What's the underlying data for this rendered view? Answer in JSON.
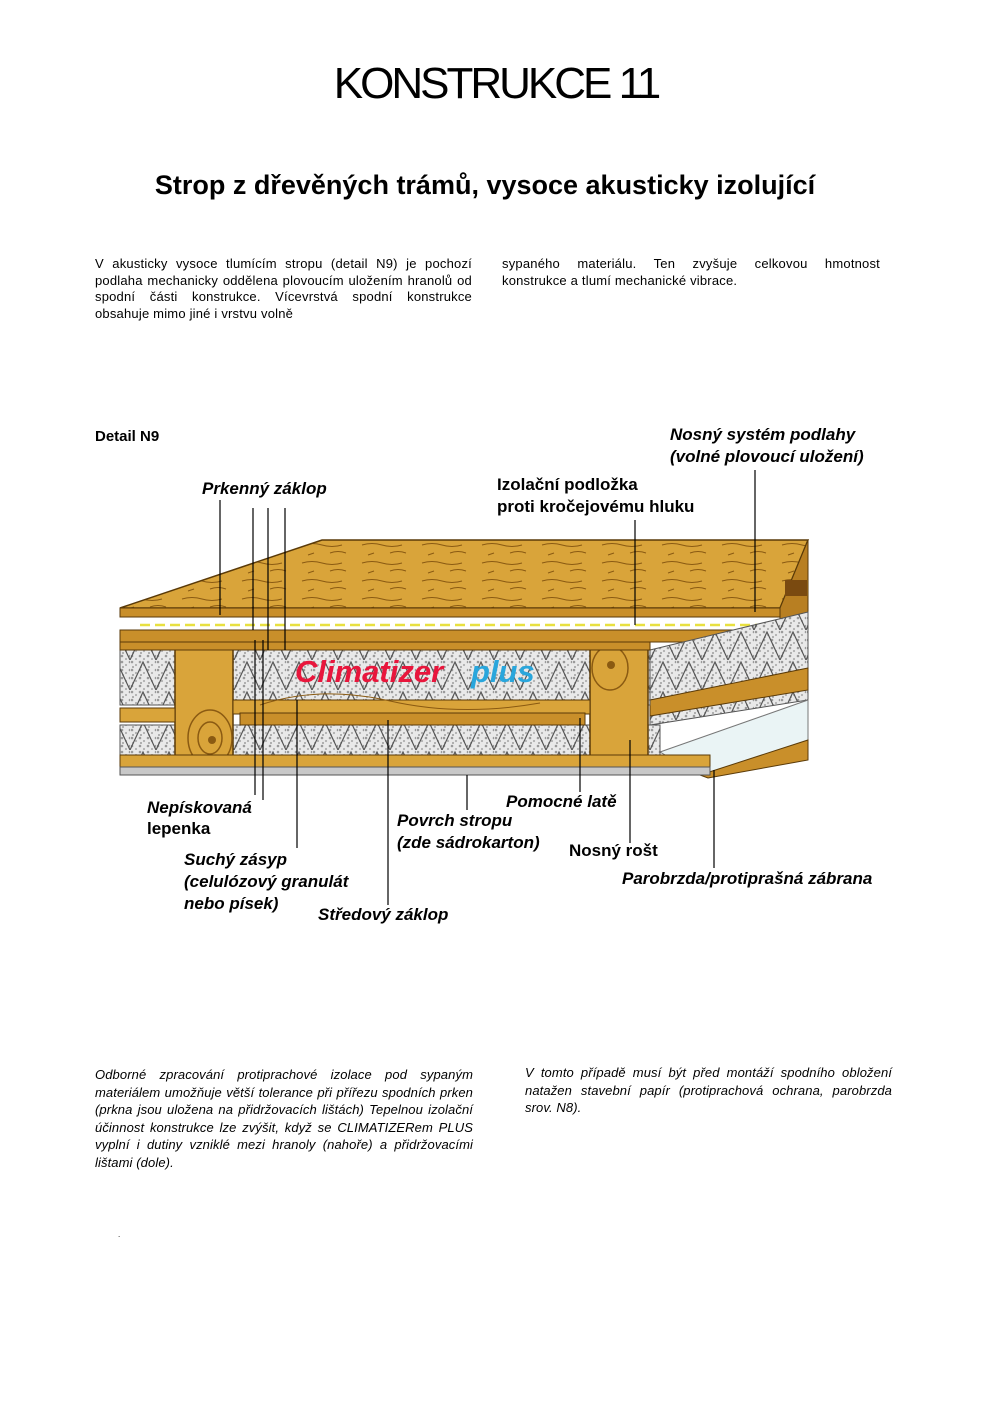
{
  "title": "KONSTRUKCE 11",
  "subtitle": "Strop z dřevěných trámů, vysoce akusticky izolující",
  "intro": {
    "left": "V akusticky vysoce tlumícím stropu (detail N9) je pochozí podlaha mechanicky oddělena plovoucím uložením hranolů od spodní části konstrukce. Vícevrstvá spodní konstrukce obsahuje mimo jiné i vrstvu volně",
    "right": "sypaného materiálu. Ten zvyšuje celkovou hmotnost konstrukce a tlumí mechanické vibrace."
  },
  "detail_label": "Detail N9",
  "diagram": {
    "brand_word1": "Climatizer",
    "brand_word2": "plus",
    "colors": {
      "wood": "#d9a43a",
      "wood_dark": "#8a5a12",
      "insulation": "#e6e6e6",
      "brand_red": "#e8163c",
      "brand_blue": "#29a6dc",
      "tape": "#e8e040"
    },
    "labels": {
      "nosny_system_1": "Nosný systém podlahy",
      "nosny_system_2": "(volné plovoucí uložení)",
      "izolacni_1": "Izolační podložka",
      "izolacni_2": "proti kročejovému hluku",
      "prkenny": "Prkenný záklop",
      "nepiskovana_1": "Nepískovaná",
      "nepiskovana_2": "lepenka",
      "suchy_1": "Suchý zásyp",
      "suchy_2": "(celulózový granulát",
      "suchy_3": "nebo písek)",
      "stredovy": "Středový záklop",
      "povrch_1": "Povrch stropu",
      "povrch_2": "(zde sádrokarton)",
      "pomocne": "Pomocné latě",
      "nosny_rost": "Nosný rošt",
      "parobrzda": "Parobrzda/protiprašná zábrana"
    }
  },
  "notes": {
    "left": "Odborné zpracování protiprachové izolace pod sypaným materiálem umožňuje větší tolerance při přířezu spodních prken (prkna jsou uložena na přidržovacích lištách) Tepelnou izolační účinnost konstrukce lze zvýšit, když se CLIMATIZERem PLUS vyplní i dutiny vzniklé mezi hranoly (nahoře) a přidržovacími lištami (dole).",
    "right": "V tomto případě musí být před montáží spodního obložení natažen stavební papír (protiprachová ochrana, parobrzda srov. N8)."
  },
  "footer_mark": "."
}
